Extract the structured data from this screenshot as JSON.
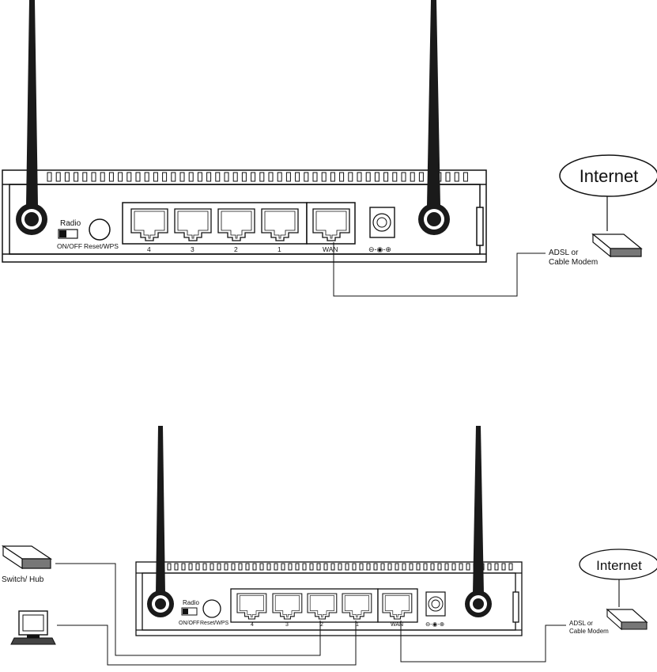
{
  "diagram_top": {
    "router": {
      "radio_label": "Radio",
      "onoff_label": "ON/OFF",
      "reset_label": "Reset/WPS",
      "lan_ports": [
        "4",
        "3",
        "2",
        "1"
      ],
      "wan_label": "WAN",
      "power_label": "⊖-◉-⊕"
    },
    "internet_label": "Internet",
    "modem_label_1": "ADSL or",
    "modem_label_2": "Cable Modem"
  },
  "diagram_bottom": {
    "router": {
      "radio_label": "Radio",
      "onoff_label": "ON/OFF",
      "reset_label": "Reset/WPS",
      "lan_ports": [
        "4",
        "3",
        "2",
        "1"
      ],
      "wan_label": "WAN",
      "power_label": "⊖-◉-⊕"
    },
    "internet_label": "Internet",
    "modem_label_1": "ADSL or",
    "modem_label_2": "Cable Modem",
    "switch_label": "Switch/ Hub"
  },
  "colors": {
    "ink": "#111111",
    "fill_dark": "#222222"
  }
}
